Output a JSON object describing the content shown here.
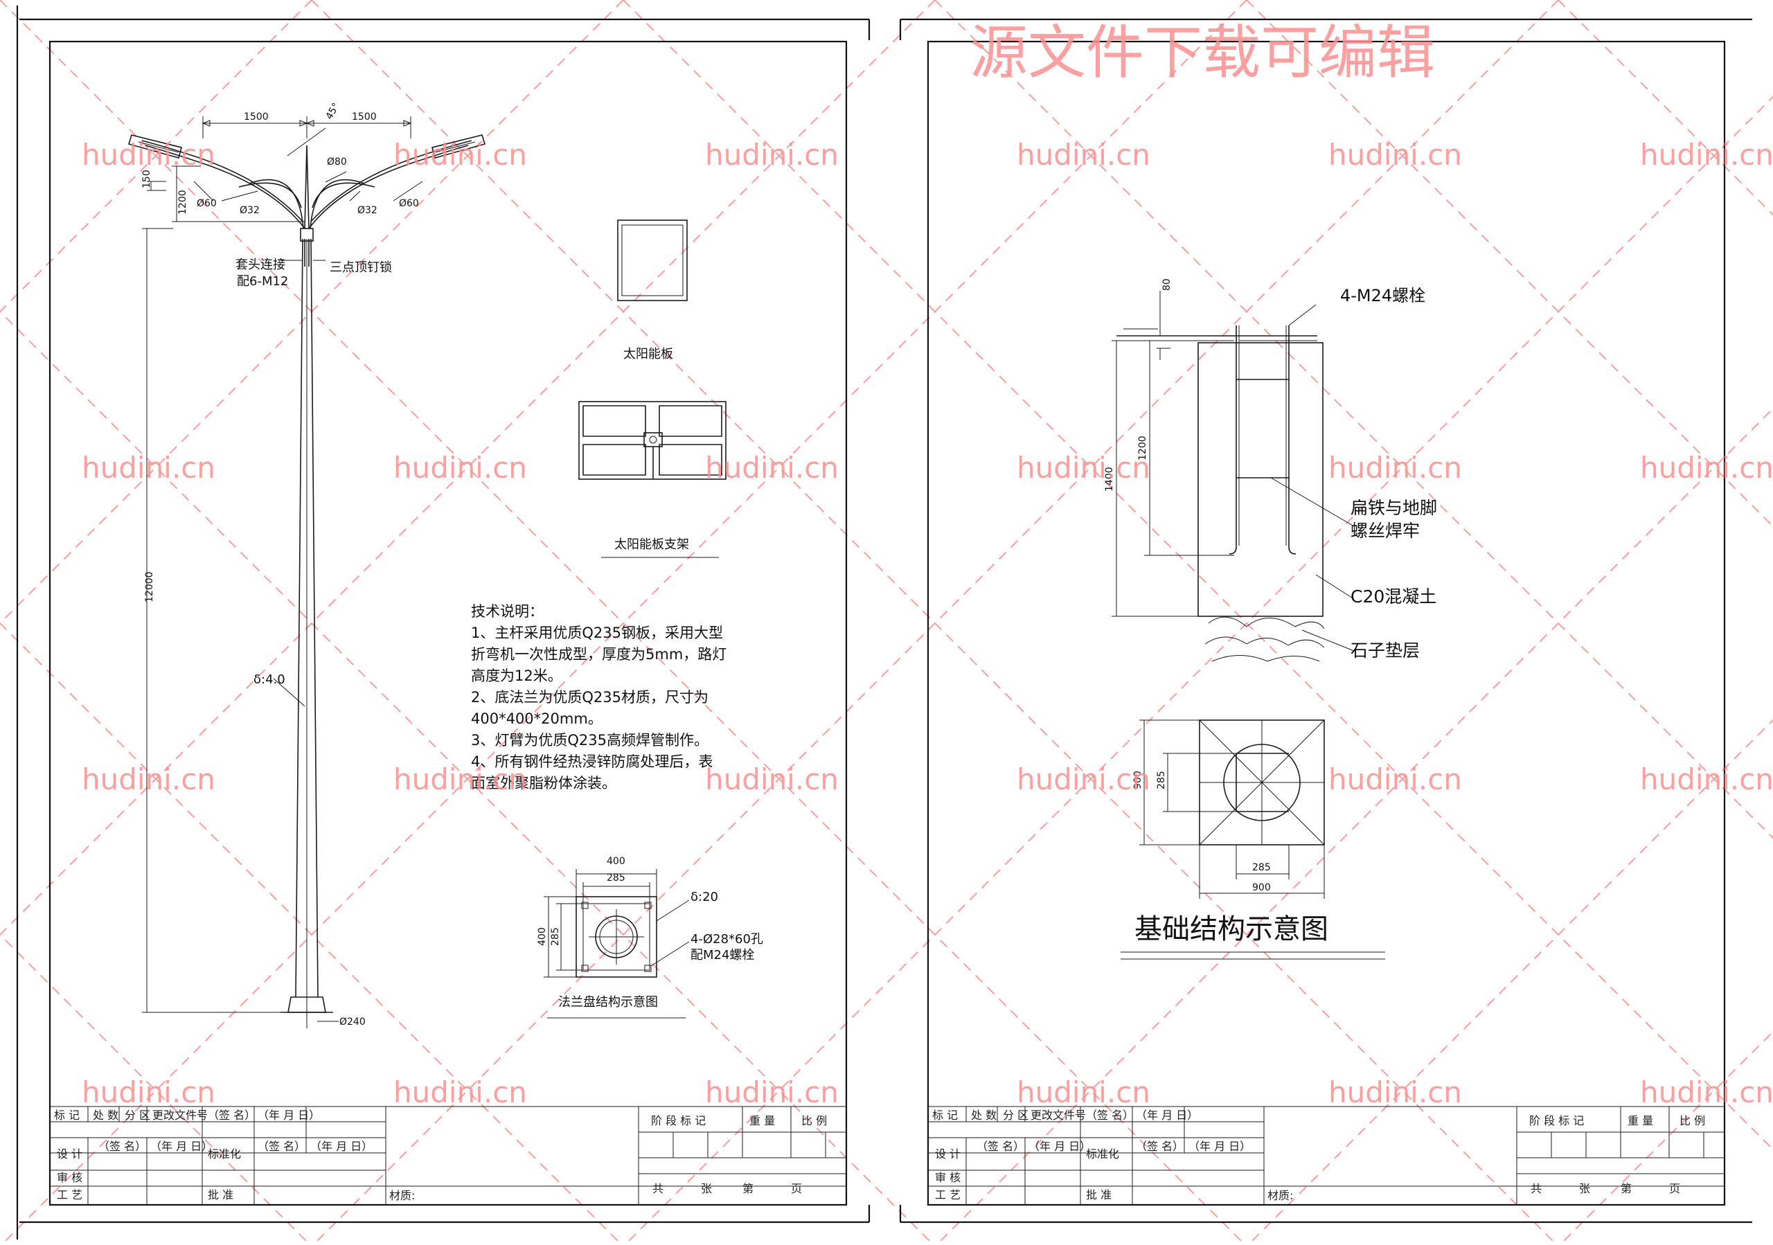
{
  "watermark": {
    "site": "hudini.cn",
    "banner": "源文件下载可编辑"
  },
  "pole": {
    "dim_arm_left": "1500",
    "dim_arm_right": "1500",
    "dim_angle": "45°",
    "dia_top": "Ø80",
    "dia_arm_left": "Ø60",
    "dia_arm_right": "Ø60",
    "dia_inner_left": "Ø32",
    "dia_inner_right": "Ø32",
    "dim_small": "150",
    "dim_arm_height": "1200",
    "joint_label_1": "套头连接",
    "joint_label_2": "配6-M12",
    "joint_label_3": "三点顶钉锁",
    "dim_total_height": "12000",
    "thickness": "δ:4.0",
    "dia_base": "Ø240"
  },
  "solar": {
    "panel_label": "太阳能板",
    "bracket_label": "太阳能板支架"
  },
  "tech_notes": {
    "title": "技术说明：",
    "lines": [
      "1、主杆采用优质Q235钢板，采用大型",
      "折弯机一次性成型，厚度为5mm，路灯",
      "高度为12米。",
      "2、底法兰为优质Q235材质，尺寸为",
      "400*400*20mm。",
      "3、灯臂为优质Q235高频焊管制作。",
      "4、所有钢件经热浸锌防腐处理后，表",
      "面室外聚脂粉体涂装。"
    ]
  },
  "flange": {
    "dim_outer": "400",
    "dim_inner": "285",
    "dim_side_outer": "400",
    "dim_side_inner": "285",
    "thickness": "δ:20",
    "holes_1": "4-Ø28*60孔",
    "holes_2": "配M24螺栓",
    "caption": "法兰盘结构示意图"
  },
  "foundation": {
    "bolt_label": "4-M24螺栓",
    "dim_top": "80",
    "dim_depth": "1200",
    "dim_total": "1400",
    "weld_label_1": "扁铁与地脚",
    "weld_label_2": "螺丝焊牢",
    "concrete_label": "C20混凝土",
    "gravel_label": "石子垫层",
    "dim_plan_side": "900",
    "dim_plan_inner": "285",
    "dim_plan_bottom_inner": "285",
    "dim_plan_bottom": "900",
    "caption": "基础结构示意图"
  },
  "title_block": {
    "mark": "标 记",
    "count": "处 数",
    "zone": "分 区",
    "change_doc": "更改文件号",
    "sign": "（签 名）",
    "date": "（年 月 日）",
    "design": "设 计",
    "standard": "标准化",
    "review": "审 核",
    "craft": "工 艺",
    "approve": "批 准",
    "material": "材质:",
    "stage_mark": "阶 段 标 记",
    "weight": "重 量",
    "scale": "比 例",
    "total_sheets": "共",
    "sheets": "张",
    "sheet_no": "第",
    "page": "页"
  }
}
